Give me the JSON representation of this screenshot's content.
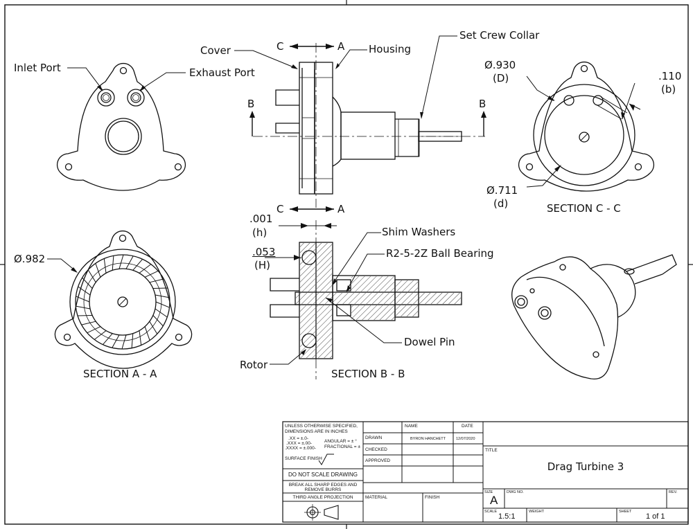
{
  "labels": {
    "inlet_port": "Inlet Port",
    "exhaust_port": "Exhaust Port",
    "cover": "Cover",
    "housing": "Housing",
    "set_screw_collar": "Set Crew Collar",
    "section_c_left": "C",
    "section_a_right": "A",
    "section_b_left": "B",
    "section_b_right": "B",
    "dia_930": "Ø.930",
    "dia_930_tag": "(D)",
    "dim_110": ".110",
    "dim_110_tag": "(b)",
    "dia_711": "Ø.711",
    "dia_711_tag": "(d)",
    "section_cc_title": "SECTION C - C",
    "dim_001": ".001",
    "dim_001_tag": "(h)",
    "dim_053": ".053",
    "dim_053_tag": "(H)",
    "shim_washers": "Shim Washers",
    "ball_bearing": "R2-5-2Z Ball Bearing",
    "dowel_pin": "Dowel Pin",
    "rotor": "Rotor",
    "dia_982": "Ø.982",
    "section_aa_title": "SECTION A - A",
    "section_bb_title": "SECTION B - B",
    "section_c_left2": "C",
    "section_a_right2": "A"
  },
  "title_block": {
    "tolerance_1": "UNLESS OTHERWISE SPECIFIED,",
    "tolerance_2": "DIMENSIONS ARE IN INCHES",
    "tol_xx": ".XX = ±.0-",
    "tol_xxx": ".XXX = ±.00-",
    "tol_xxxx": ".XXXX = ±.000-",
    "angular": "ANGULAR = ± °",
    "fractional": "FRACTIONAL = ±",
    "surface_finish": "SURFACE FINISH",
    "do_not_scale": "DO NOT SCALE DRAWING",
    "break_edges_1": "BREAK ALL SHARP EDGES AND",
    "break_edges_2": "REMOVE BURRS",
    "third_angle": "THIRD ANGLE PROJECTION",
    "name_hdr": "NAME",
    "date_hdr": "DATE",
    "drawn": "DRAWN",
    "drawn_name": "BYRON HANCHETT",
    "drawn_date": "12/07/2020",
    "checked": "CHECKED",
    "approved": "APPROVED",
    "material": "MATERIAL",
    "finish": "FINISH",
    "title_hdr": "TITLE",
    "title": "Drag Turbine 3",
    "size_hdr": "SIZE",
    "size": "A",
    "dwg_no_hdr": "DWG NO.",
    "rev_hdr": "REV.",
    "scale_hdr": "SCALE",
    "scale": "1.5:1",
    "weight_hdr": "WEIGHT",
    "sheet_hdr": "SHEET",
    "sheet": "1 of 1"
  }
}
